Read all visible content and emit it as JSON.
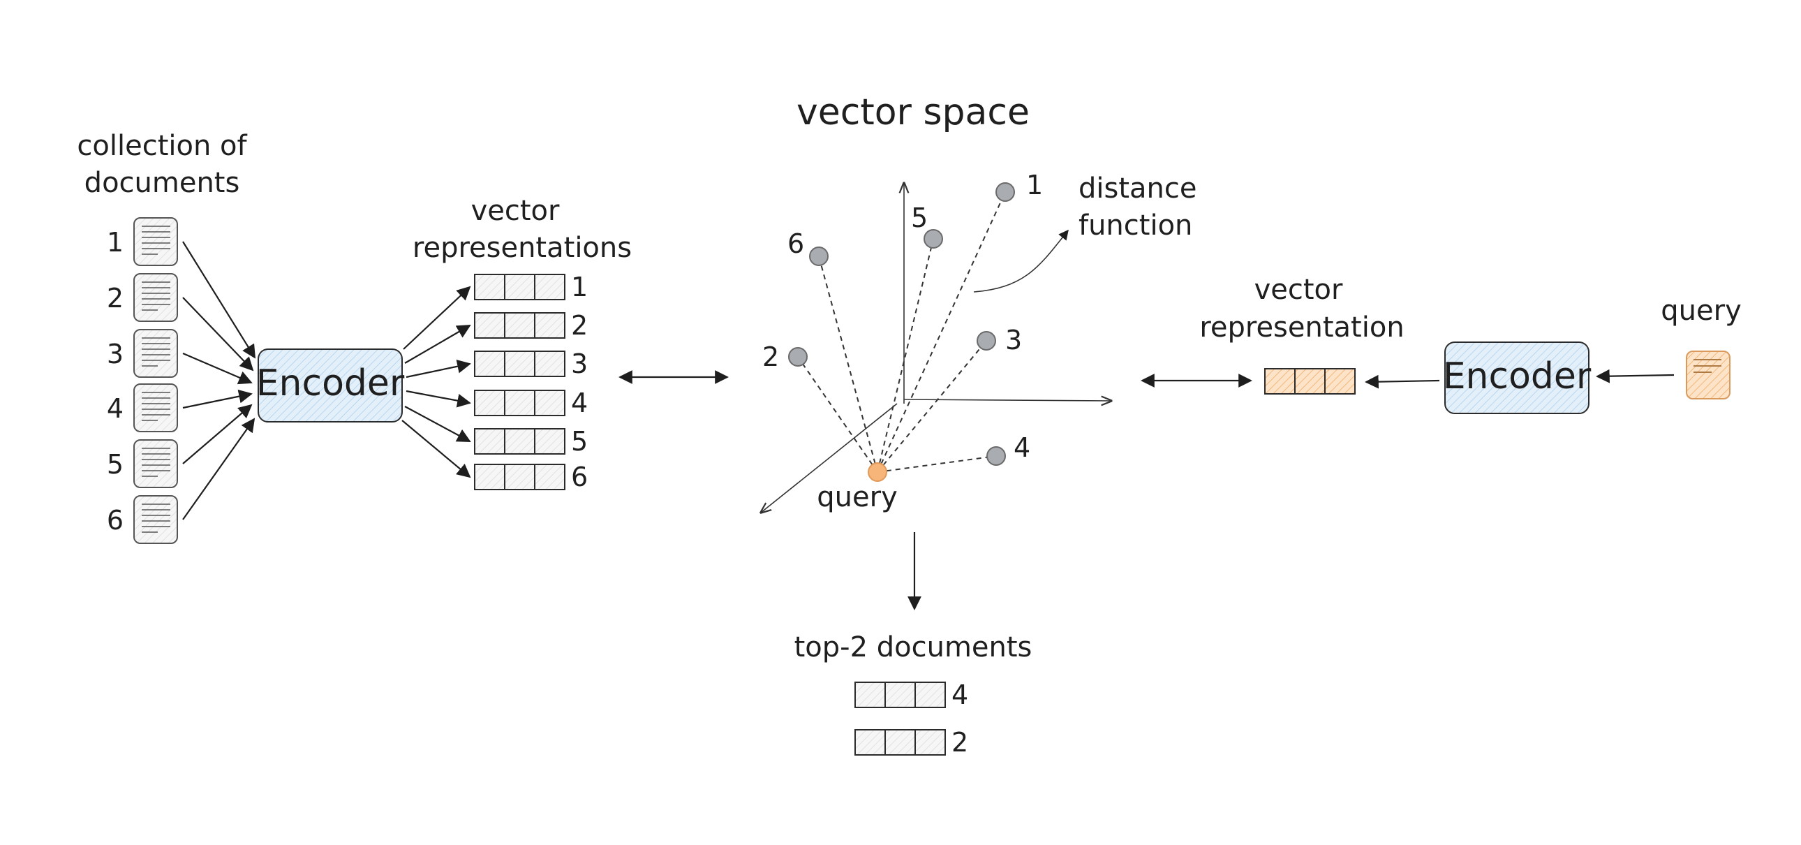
{
  "diagram": {
    "documents": {
      "title_line1": "collection of",
      "title_line2": "documents",
      "ids": [
        "1",
        "2",
        "3",
        "4",
        "5",
        "6"
      ]
    },
    "left_encoder": {
      "label": "Encoder"
    },
    "vector_representations": {
      "title_line1": "vector",
      "title_line2": "representations",
      "ids": [
        "1",
        "2",
        "3",
        "4",
        "5",
        "6"
      ]
    },
    "vector_space": {
      "title": "vector space",
      "point_ids": [
        "1",
        "2",
        "3",
        "4",
        "5",
        "6"
      ],
      "query_label": "query",
      "distance_line1": "distance",
      "distance_line2": "function"
    },
    "query_side": {
      "query_label": "query",
      "encoder_label": "Encoder",
      "vector_line1": "vector",
      "vector_line2": "representation"
    },
    "results": {
      "title": "top-2 documents",
      "ids": [
        "4",
        "2"
      ]
    },
    "colors": {
      "encoder_fill": "#d7e9f7",
      "query_fill": "#fcd9b6",
      "query_point": "#f7b57a",
      "doc_point": "#a9acb1",
      "vector_cell": "#f1f1f1"
    }
  }
}
